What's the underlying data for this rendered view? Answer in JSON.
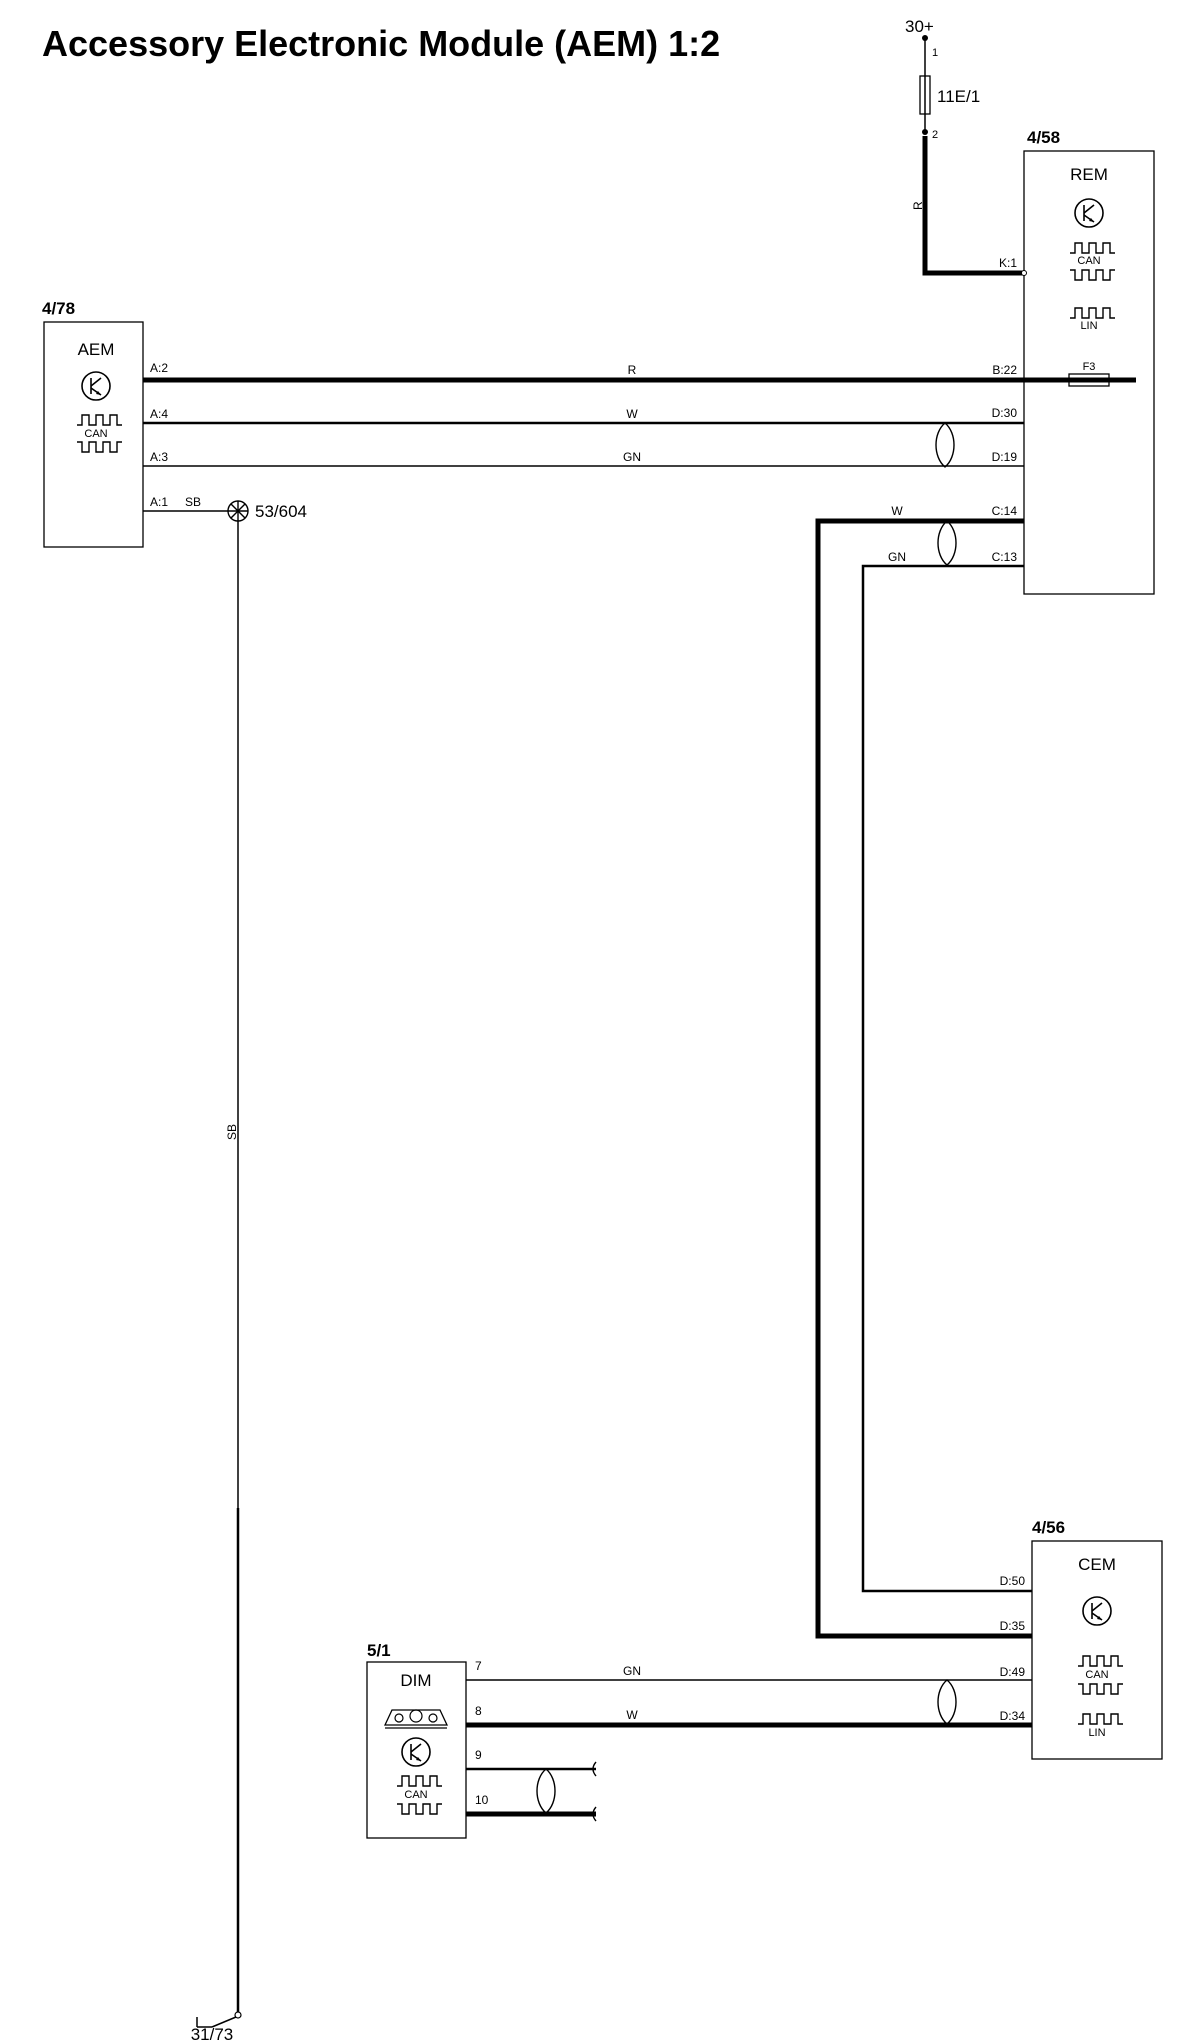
{
  "title": "Accessory Electronic Module (AEM) 1:2",
  "power": {
    "label": "30+",
    "fuse_ref": "11E/1",
    "fuse_pin_in": "1",
    "fuse_pin_out": "2",
    "wire_color": "R"
  },
  "ground_point": {
    "label": "53/604"
  },
  "ground": {
    "label": "31/73"
  },
  "modules": {
    "aem": {
      "ref": "4/78",
      "name": "AEM",
      "can_label": "CAN",
      "pins": {
        "a2": "A:2",
        "a4": "A:4",
        "a3": "A:3",
        "a1": "A:1"
      },
      "a1_wire_color": "SB"
    },
    "rem": {
      "ref": "4/58",
      "name": "REM",
      "can_label": "CAN",
      "lin_label": "LIN",
      "fuse_label": "F3",
      "pins": {
        "k1": "K:1",
        "b22": "B:22",
        "d30": "D:30",
        "d19": "D:19",
        "c14": "C:14",
        "c13": "C:13"
      }
    },
    "cem": {
      "ref": "4/56",
      "name": "CEM",
      "can_label": "CAN",
      "lin_label": "LIN",
      "pins": {
        "d50": "D:50",
        "d35": "D:35",
        "d49": "D:49",
        "d34": "D:34"
      }
    },
    "dim": {
      "ref": "5/1",
      "name": "DIM",
      "can_label": "CAN",
      "pins": {
        "p7": "7",
        "p8": "8",
        "p9": "9",
        "p10": "10"
      }
    }
  },
  "wire_colors": {
    "aem_rem_power": "R",
    "aem_rem_can_high": "W",
    "aem_rem_can_low": "GN",
    "rem_c14": "W",
    "rem_c13": "GN",
    "ground_vertical": "SB",
    "dim_pin7": "GN",
    "dim_pin8": "W"
  }
}
